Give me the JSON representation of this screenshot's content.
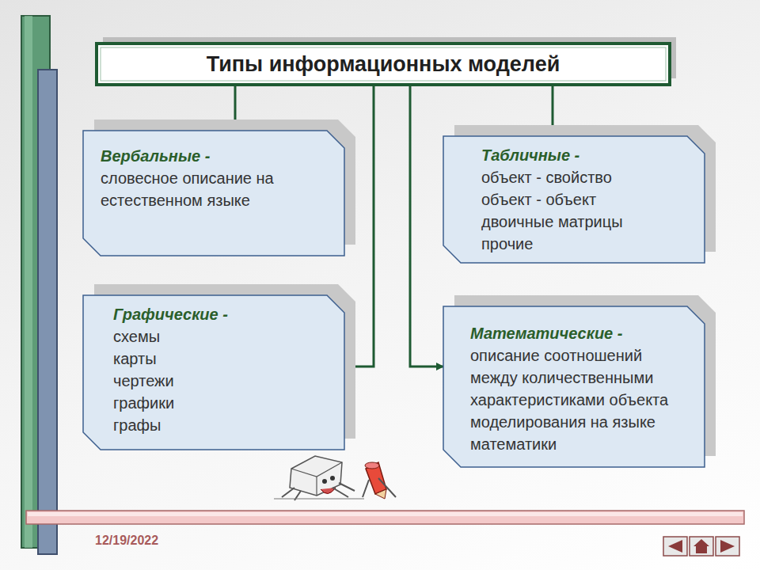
{
  "diagram": {
    "title": "Типы информационных моделей",
    "nodes": [
      {
        "text": [
          "Типы информационных моделей"
        ]
      },
      {
        "text": [
          "Вербальные -",
          "словесное описание на естественном языке"
        ]
      },
      {
        "text": [
          "Табличные -",
          "объект - свойство",
          "объект - объект",
          "двоичные матрицы",
          "прочие"
        ]
      },
      {
        "text": [
          "Графические -",
          "схемы",
          "карты",
          "чертежи",
          "графики",
          "графы"
        ]
      },
      {
        "text": [
          "Математические -",
          "описание соотношений между количественными характеристиками объекта моделирования на языке математики"
        ]
      }
    ],
    "edges": [
      {
        "from": 0,
        "to": 1,
        "arrow": "to"
      },
      {
        "from": 0,
        "to": 2,
        "arrow": "to"
      },
      {
        "from": 0,
        "to": 3,
        "arrow": "to"
      },
      {
        "from": 0,
        "to": 4,
        "arrow": "to"
      }
    ],
    "labels": [
      "12/19/2022"
    ]
  }
}
